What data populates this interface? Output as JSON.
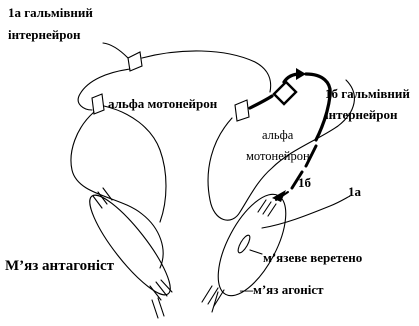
{
  "labels": {
    "ia_interneuron_line1": "1а гальмівний",
    "ia_interneuron_line2": "інтернейрон",
    "alpha_motoneuron_left": "альфа мотонейрон",
    "ib_interneuron_line1": "1б гальмівний",
    "ib_interneuron_line2": "інтернейрон",
    "alpha_motoneuron_right_line1": "альфа",
    "alpha_motoneuron_right_line2": "мотонейрон",
    "ib_fiber": "1б",
    "ia_fiber": "1а",
    "muscle_spindle": "м’язеве веретено",
    "antagonist_muscle": "М’яз антагоніст",
    "agonist_muscle": "—м’яз агоніст"
  }
}
